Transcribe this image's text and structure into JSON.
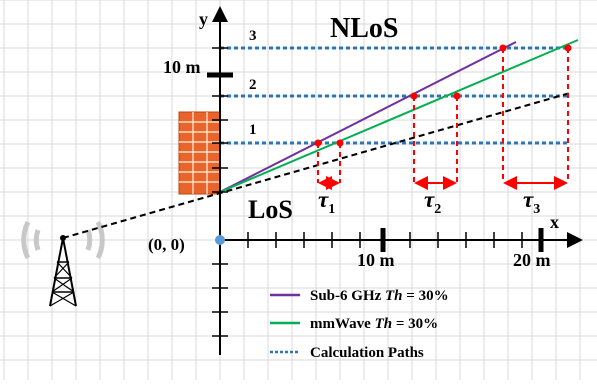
{
  "axes": {
    "x_label": "x",
    "y_label": "y",
    "origin_label": "(0, 0)",
    "x_tick_labels": [
      "10 m",
      "20 m"
    ],
    "y_tick_labels": [
      "1",
      "2",
      "3"
    ],
    "y_unit_label": "10 m"
  },
  "regions": {
    "nlos_label": "NLoS",
    "los_label": "LoS"
  },
  "taus": [
    {
      "symbol": "τ",
      "sub": "1"
    },
    {
      "symbol": "τ",
      "sub": "2"
    },
    {
      "symbol": "τ",
      "sub": "3"
    }
  ],
  "legend": [
    {
      "prefix": "Sub-6 GHz ",
      "italic": "Th",
      "suffix": " = 30%",
      "color": "#7030a0",
      "style": "solid"
    },
    {
      "prefix": "mmWave ",
      "italic": "Th",
      "suffix": " = 30%",
      "color": "#00b050",
      "style": "solid"
    },
    {
      "prefix": "Calculation Paths",
      "italic": "",
      "suffix": "",
      "color": "#2e75b6",
      "style": "dotted"
    }
  ],
  "colors": {
    "grid": "#d9d9d9",
    "sub6": "#7030a0",
    "mmwave": "#00b050",
    "calc_path": "#2e75b6",
    "tau_marker": "#ff0000",
    "los_line": "#000000",
    "wall": "#e8642a",
    "origin": "#5b9bd5"
  },
  "icons": [
    "antenna-tower-icon",
    "brick-wall-icon"
  ]
}
